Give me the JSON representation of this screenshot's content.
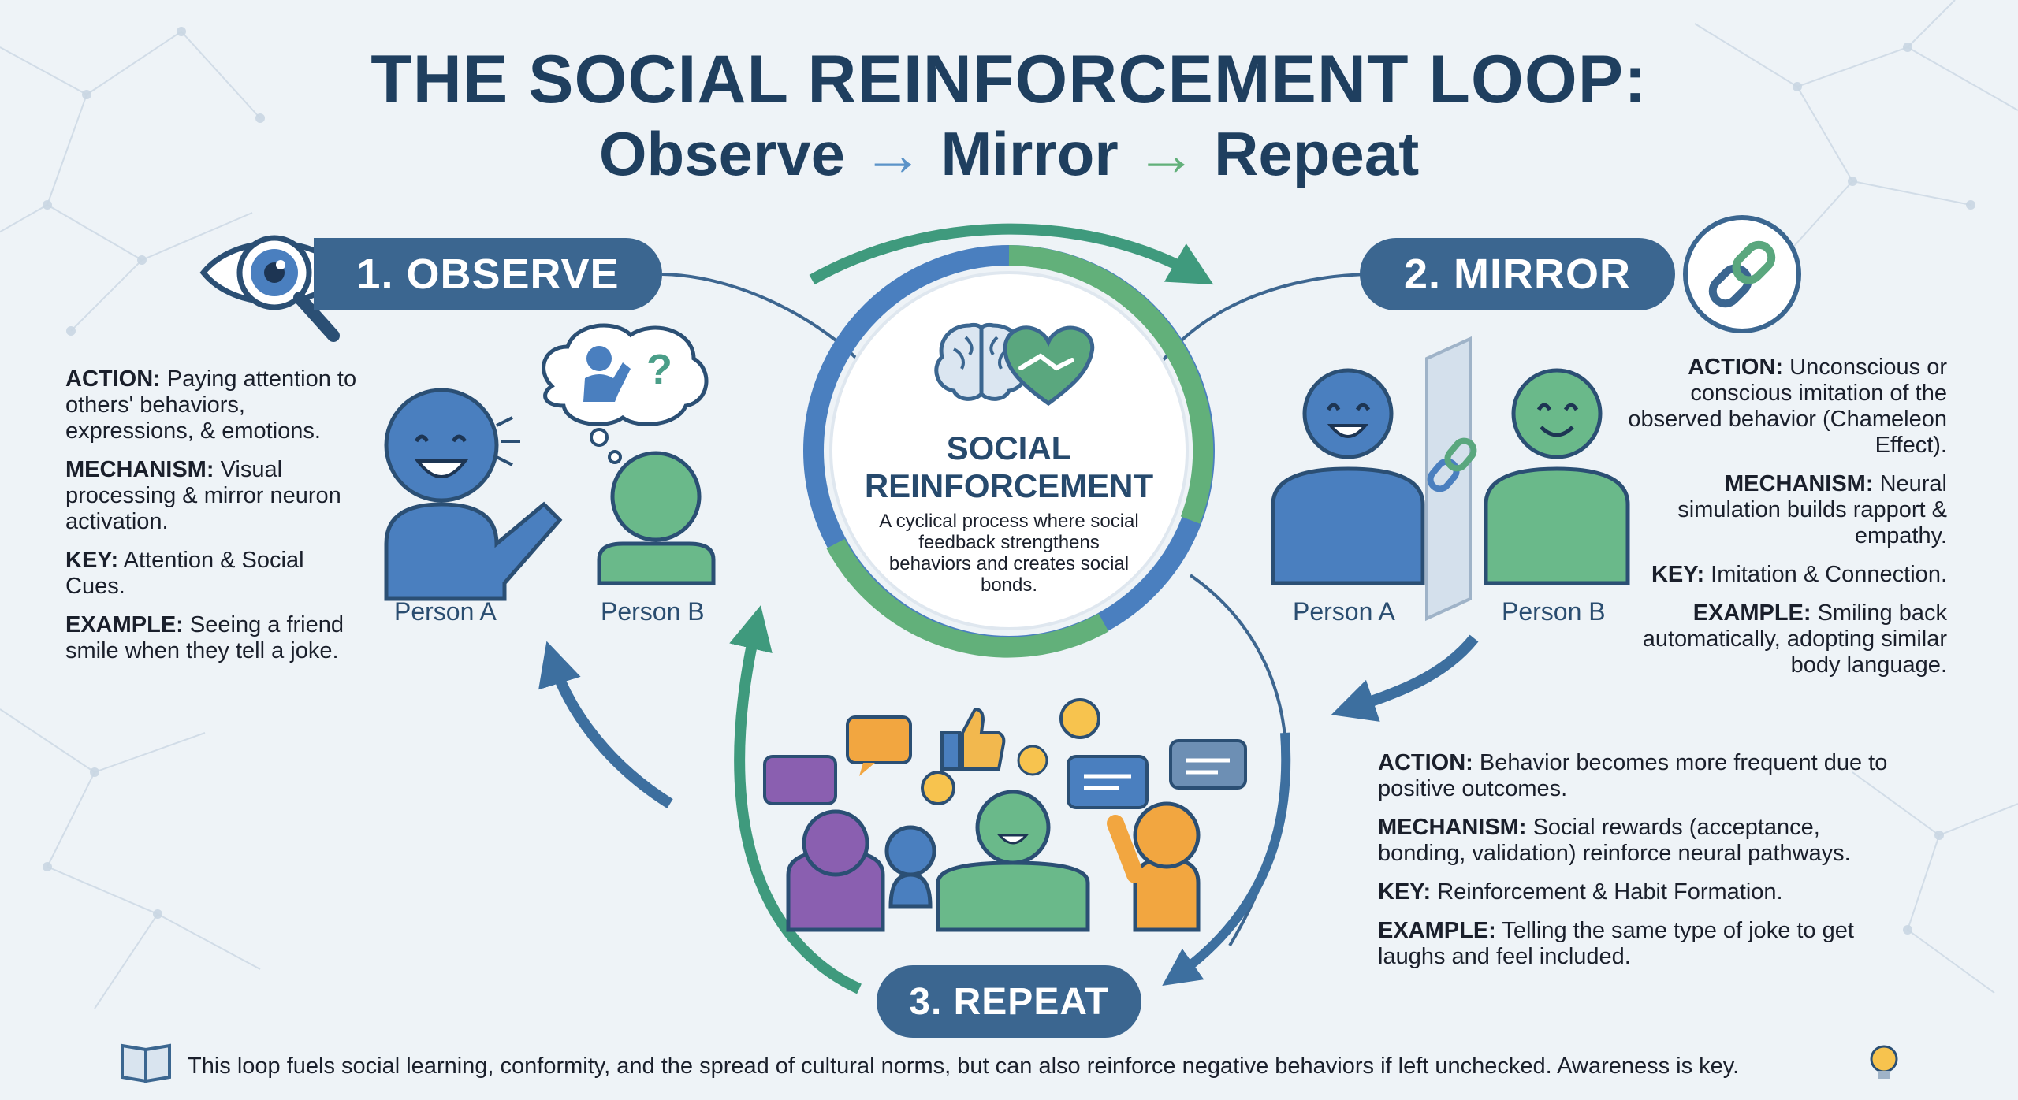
{
  "title": {
    "line1": "THE SOCIAL REINFORCEMENT LOOP:",
    "step_a": "Observe",
    "step_b": "Mirror",
    "step_c": "Repeat",
    "arrow": "→"
  },
  "center": {
    "title_line1": "SOCIAL",
    "title_line2": "REINFORCEMENT",
    "description": "A cyclical process where social feedback strengthens behaviors and creates social bonds."
  },
  "observe": {
    "label": "1. OBSERVE",
    "action_key": "ACTION:",
    "action": "Paying attention to others' behaviors, expressions, & emotions.",
    "mechanism_key": "MECHANISM:",
    "mechanism": "Visual processing & mirror neuron activation.",
    "key_key": "KEY:",
    "key": "Attention & Social Cues.",
    "example_key": "EXAMPLE:",
    "example": "Seeing a friend smile when they tell a joke.",
    "person_a": "Person A",
    "person_b": "Person B",
    "thought_glyph": "?"
  },
  "mirror": {
    "label": "2. MIRROR",
    "action_key": "ACTION:",
    "action": "Unconscious or conscious imitation of the observed behavior (Chameleon Effect).",
    "mechanism_key": "MECHANISM:",
    "mechanism": "Neural simulation builds rapport & empathy.",
    "key_key": "KEY:",
    "key": "Imitation & Connection.",
    "example_key": "EXAMPLE:",
    "example": "Smiling back automatically, adopting similar body language.",
    "person_a": "Person A",
    "person_b": "Person B"
  },
  "repeat": {
    "label": "3. REPEAT",
    "action_key": "ACTION:",
    "action": "Behavior becomes more frequent due to positive outcomes.",
    "mechanism_key": "MECHANISM:",
    "mechanism": "Social rewards (acceptance, bonding, validation) reinforce neural pathways.",
    "key_key": "KEY:",
    "key": "Reinforcement & Habit Formation.",
    "example_key": "EXAMPLE:",
    "example": "Telling the same type of joke to get laughs and feel included."
  },
  "footer": {
    "text": "This loop fuels social learning, conformity, and the spread of cultural norms, but can also reinforce negative behaviors if left unchecked. Awareness is key."
  },
  "colors": {
    "navy": "#3b6690",
    "blue": "#4a7fbf",
    "green": "#62b07a",
    "purple": "#8a5fb0",
    "orange": "#f2a640",
    "title": "#1f3f5f"
  },
  "icons": [
    "eye-magnifier-icon",
    "chain-link-icon",
    "brain-icon",
    "heart-handshake-icon",
    "book-icon",
    "lightbulb-icon",
    "thumbs-up-icon",
    "chat-bubble-icon",
    "smiley-icon"
  ]
}
